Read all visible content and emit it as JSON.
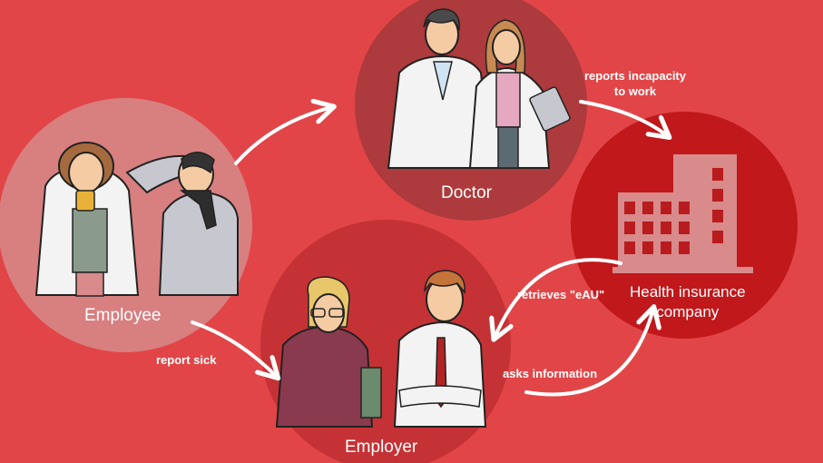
{
  "nodes": {
    "employee": {
      "label": "Employee",
      "fill": "#d87f80"
    },
    "doctor": {
      "label": "Doctor",
      "fill": "#ad3a3c"
    },
    "insurance": {
      "label_line1": "Health insurance",
      "label_line2": "company",
      "fill": "#c0181b"
    },
    "employer": {
      "label": "Employer",
      "fill": "#c53235"
    }
  },
  "edges": {
    "employee_to_doctor": {
      "label": ""
    },
    "doctor_to_insurance": {
      "label_line1": "reports incapacity",
      "label_line2": "to work"
    },
    "insurance_to_employer": {
      "label": "retrieves \"eAU\""
    },
    "employer_to_insurance": {
      "label": "asks information"
    },
    "employee_to_employer": {
      "label": "report sick"
    }
  },
  "colors": {
    "background": "#e24547",
    "arrow": "#ffffff",
    "building": "#d98a8b",
    "building_window": "#b91c1f"
  }
}
